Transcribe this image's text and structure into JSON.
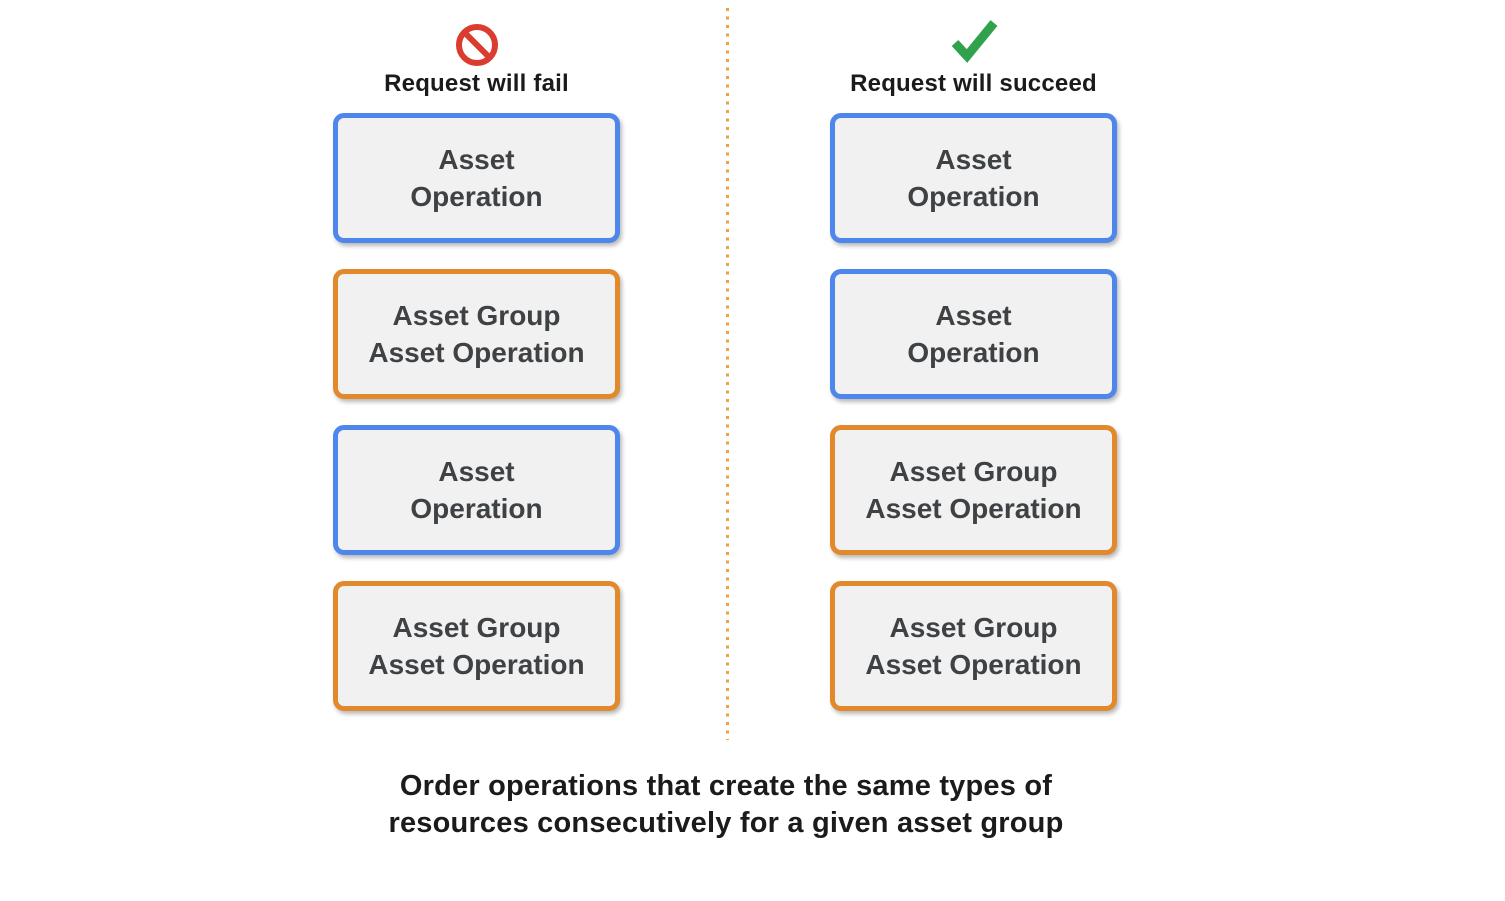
{
  "colors": {
    "blue_border": "#4E86EC",
    "orange_border": "#E2892B",
    "box_fill": "#F1F1F1",
    "box_text": "#3F4245",
    "divider": "#EBA23F",
    "fail_red": "#DC3B30",
    "success_green": "#31A24C",
    "heading_text": "#1B1B1B"
  },
  "columns": [
    {
      "title": "Request will fail",
      "icon": "prohibited-icon",
      "boxes": [
        {
          "type": "blue",
          "label": "Asset\nOperation"
        },
        {
          "type": "orange",
          "label": "Asset Group\nAsset Operation"
        },
        {
          "type": "blue",
          "label": "Asset\nOperation"
        },
        {
          "type": "orange",
          "label": "Asset Group\nAsset Operation"
        }
      ]
    },
    {
      "title": "Request will succeed",
      "icon": "checkmark-icon",
      "boxes": [
        {
          "type": "blue",
          "label": "Asset\nOperation"
        },
        {
          "type": "blue",
          "label": "Asset\nOperation"
        },
        {
          "type": "orange",
          "label": "Asset Group\nAsset Operation"
        },
        {
          "type": "orange",
          "label": "Asset Group\nAsset Operation"
        }
      ]
    }
  ],
  "caption": "Order operations that create the same types of\nresources consecutively for a given asset group"
}
